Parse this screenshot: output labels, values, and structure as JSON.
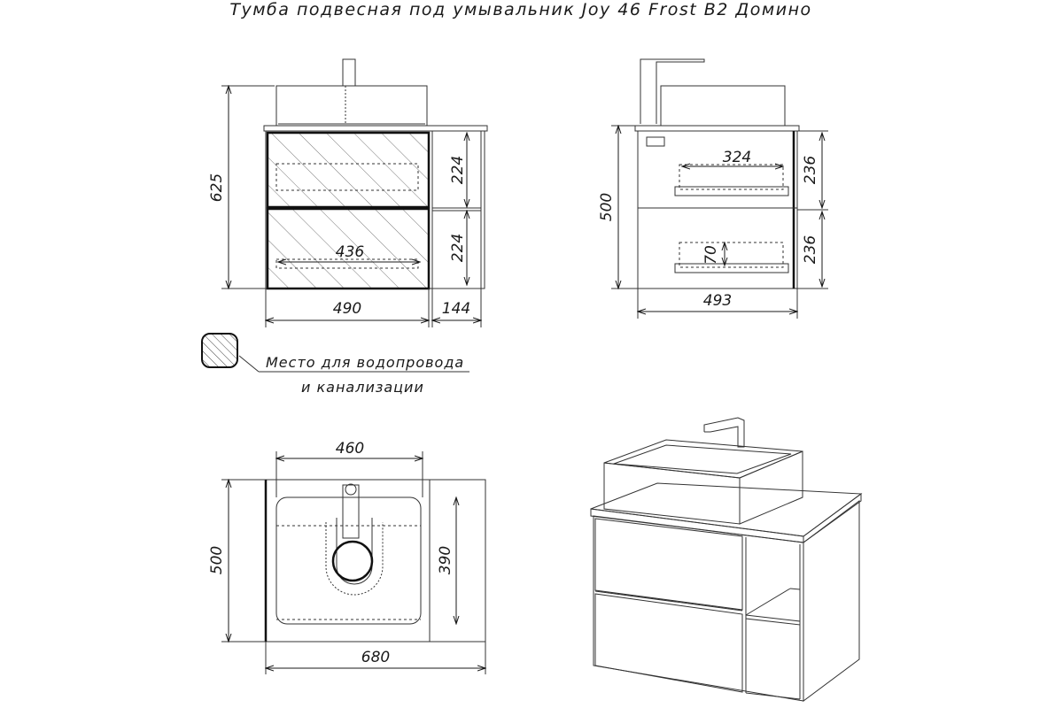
{
  "title": "Тумба подвесная под умывальник Joy 46 Frost B2 Домино",
  "dimensions": {
    "front_height": "625",
    "drawer_top": "224",
    "drawer_bottom": "224",
    "inner_width": "436",
    "cabinet_width": "490",
    "shelf_width": "144",
    "side_depth": "500",
    "side_drawer_top": "236",
    "side_drawer_bottom": "236",
    "side_inner": "324",
    "side_inner_height": "70",
    "side_total_depth": "493",
    "top_sink_width": "460",
    "top_depth": "500",
    "top_inner_depth": "390",
    "top_total_width": "680"
  },
  "legend": {
    "line1": "Место для водопровода",
    "line2": "и канализации",
    "icon": "hatched-rounded-square-icon"
  }
}
